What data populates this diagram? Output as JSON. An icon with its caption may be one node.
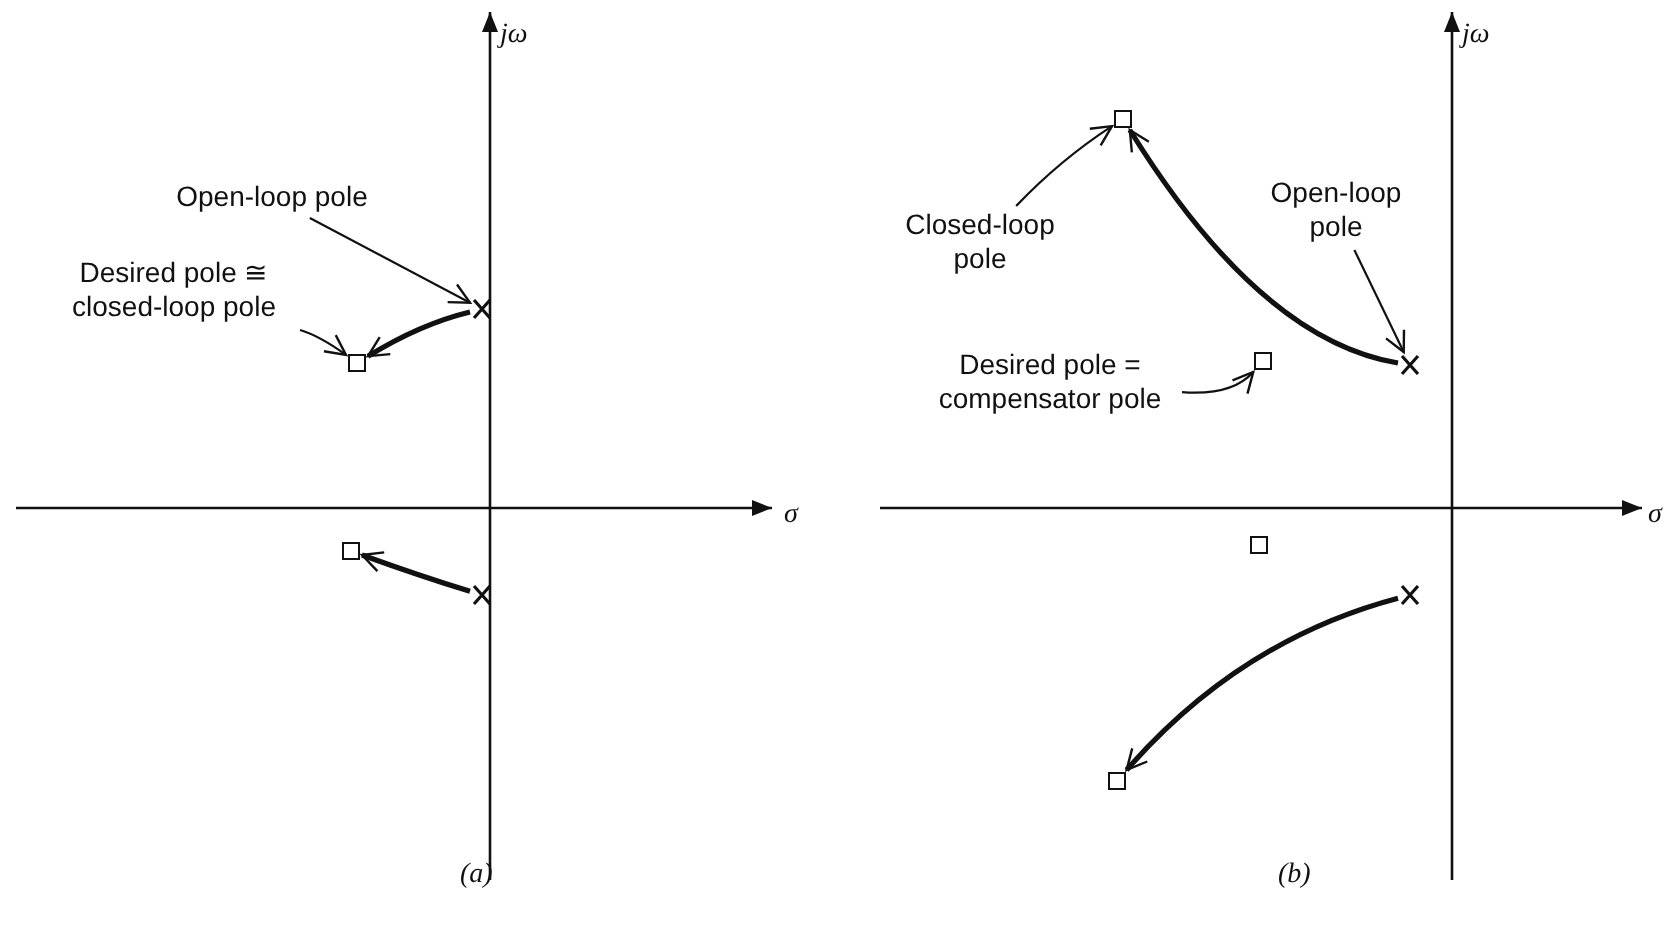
{
  "diagram": {
    "nodes": [
      {
        "text": [
          "Open-loop pole"
        ]
      },
      {
        "text": [
          "Desired pole ≅ closed-loop pole"
        ]
      },
      {
        "text": [],
        "shape": "cross"
      },
      {
        "text": [],
        "shape": "box"
      },
      {
        "text": [],
        "shape": "cross"
      },
      {
        "text": [],
        "shape": "box"
      },
      {
        "text": [
          "Closed-loop pole"
        ]
      },
      {
        "text": [
          "Open-loop pole"
        ]
      },
      {
        "text": [],
        "shape": "box"
      },
      {
        "text": [],
        "shape": "cross"
      },
      {
        "text": [
          "Desired pole = compensator pole"
        ]
      },
      {
        "text": [],
        "shape": "box"
      },
      {
        "text": [],
        "shape": "box"
      },
      {
        "text": [],
        "shape": "cross"
      },
      {
        "text": [],
        "shape": "box"
      }
    ],
    "edges": [
      {
        "from": 0,
        "to": 2,
        "arrow": "to"
      },
      {
        "from": 1,
        "to": 3,
        "arrow": "to"
      },
      {
        "from": 2,
        "to": 3,
        "arrow": "to",
        "style": "thick"
      },
      {
        "from": 4,
        "to": 5,
        "arrow": "to",
        "style": "thick"
      },
      {
        "from": 6,
        "to": 8,
        "arrow": "to"
      },
      {
        "from": 7,
        "to": 9,
        "arrow": "to"
      },
      {
        "from": 9,
        "to": 8,
        "arrow": "to",
        "style": "thick"
      },
      {
        "from": 10,
        "to": 11,
        "arrow": "to"
      },
      {
        "from": 13,
        "to": 14,
        "arrow": "to",
        "style": "thick"
      }
    ],
    "labels": [
      "jω",
      "σ",
      "(a)",
      "jω",
      "σ",
      "(b)"
    ]
  }
}
